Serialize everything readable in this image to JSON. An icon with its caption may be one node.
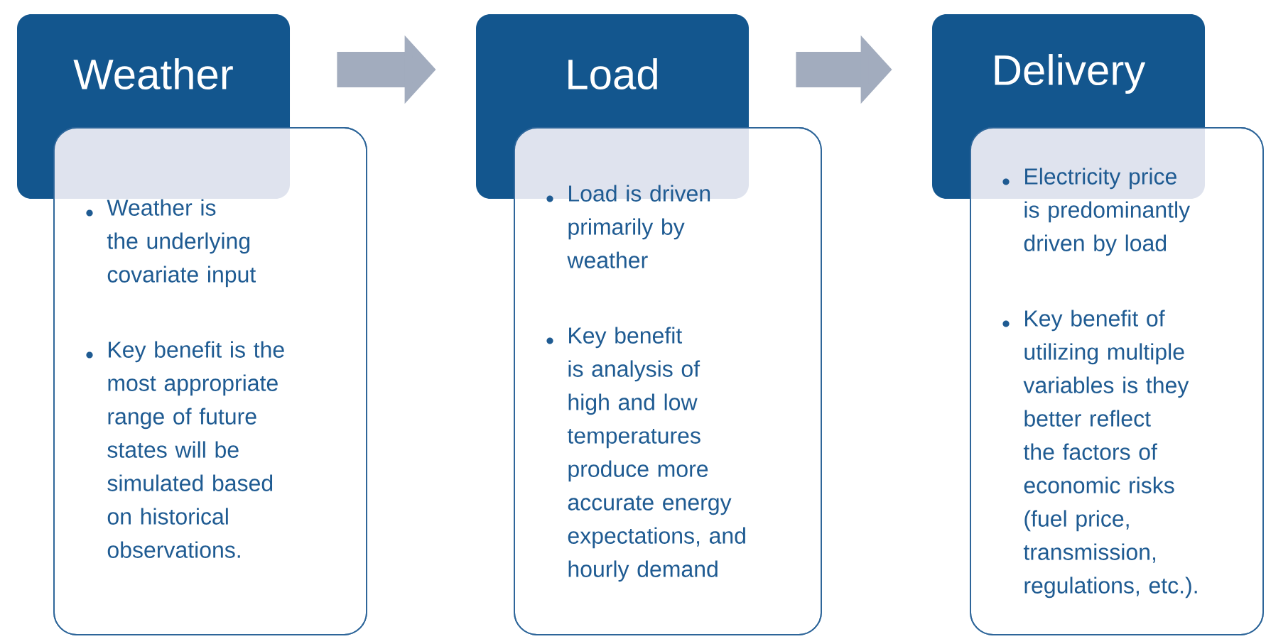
{
  "diagram": {
    "nodes": [
      {
        "text": [
          "Weather"
        ]
      },
      {
        "text": [
          "Weather is the underlying covariate input",
          "Key benefit is the most appropriate range of future states will  be simulated based on historical observations."
        ]
      },
      {
        "text": [
          "Load"
        ]
      },
      {
        "text": [
          "Load is driven primarily by weather",
          "Key benefit is analysis of high and low temperatures produce more accurate energy expectations, and hourly demand"
        ]
      },
      {
        "text": [
          "Delivery"
        ]
      },
      {
        "text": [
          "Electricity price is predominantly driven by load",
          "Key benefit of utilizing multiple variables is they better reflect the factors of economic risks (fuel price, transmission, regulations, etc.)."
        ]
      }
    ],
    "edges": [
      {
        "from": 0,
        "to": 2,
        "arrow": "to"
      },
      {
        "from": 2,
        "to": 4,
        "arrow": "to"
      }
    ]
  }
}
